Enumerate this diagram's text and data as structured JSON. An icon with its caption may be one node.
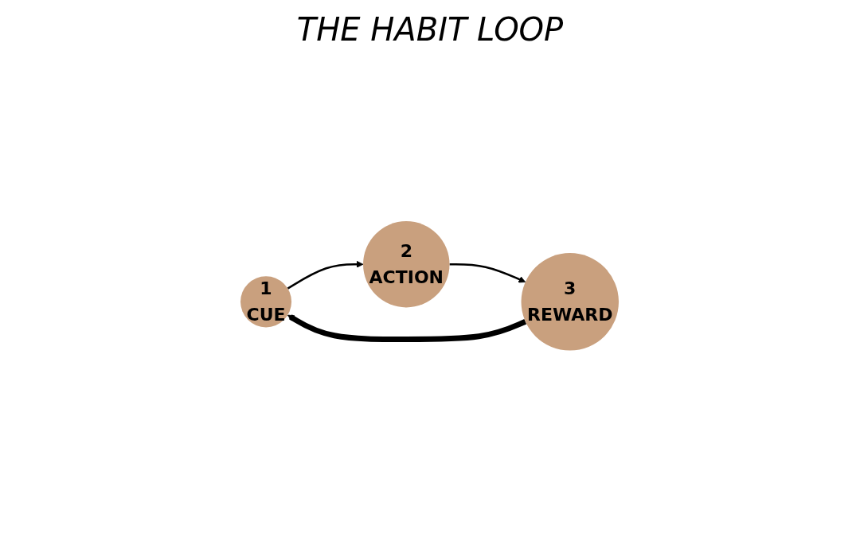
{
  "diagram": {
    "title": "THE HABIT LOOP",
    "nodes": [
      {
        "text": [
          "1",
          "CUE"
        ]
      },
      {
        "text": [
          "2",
          "ACTION"
        ]
      },
      {
        "text": [
          "3",
          "REWARD"
        ]
      }
    ],
    "edges": [
      {
        "from": 0,
        "to": 1,
        "arrow": "to"
      },
      {
        "from": 1,
        "to": 2,
        "arrow": "to"
      },
      {
        "from": 2,
        "to": 0,
        "arrow": "to",
        "style": "thick"
      }
    ]
  }
}
